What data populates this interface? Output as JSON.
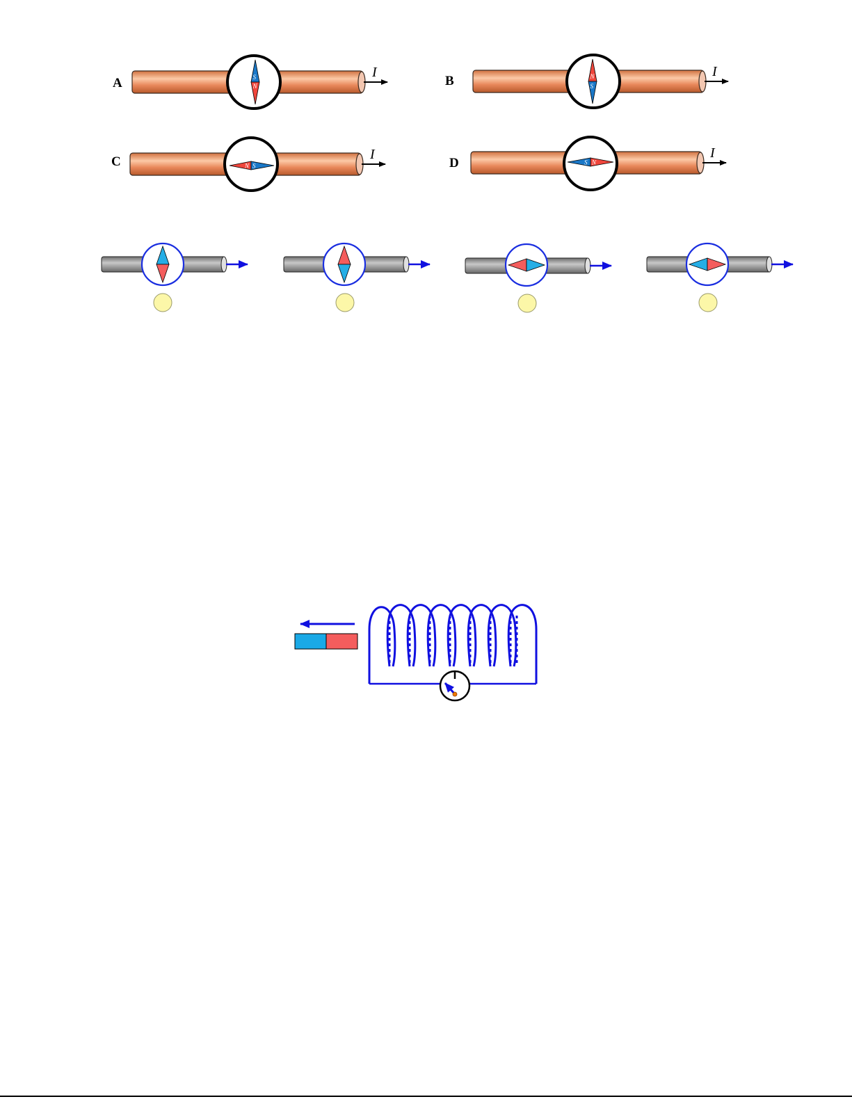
{
  "row1": [
    {
      "label": "A",
      "current": "I",
      "needle": "vertical",
      "top_pole": "S",
      "bottom_pole": "N"
    },
    {
      "label": "B",
      "current": "I",
      "needle": "vertical",
      "top_pole": "N",
      "bottom_pole": "S"
    }
  ],
  "row2": [
    {
      "label": "C",
      "current": "I",
      "needle": "horizontal",
      "left_pole": "N",
      "right_pole": "S"
    },
    {
      "label": "D",
      "current": "I",
      "needle": "horizontal",
      "left_pole": "S",
      "right_pole": "N"
    }
  ],
  "answer_options": [
    {
      "needle": "vertical",
      "top_color": "blue",
      "bottom_color": "red"
    },
    {
      "needle": "vertical",
      "top_color": "red",
      "bottom_color": "blue"
    },
    {
      "needle": "horizontal",
      "left_color": "red",
      "right_color": "blue"
    },
    {
      "needle": "horizontal",
      "left_color": "blue",
      "right_color": "red"
    }
  ],
  "colors": {
    "copper_wire": "#e8875a",
    "grey_wire": "#8a8a8a",
    "needle_red": "#f0463c",
    "needle_blue": "#1a78c8",
    "option_red": "#f45d5d",
    "option_blue": "#25aee6",
    "coil_blue": "#1010e0",
    "bubble_yellow": "#fcf7a8",
    "meter_pointer_tip": "#f07a00"
  },
  "solenoid": {
    "magnet_left_color": "#1aa9e6",
    "magnet_right_color": "#f45d5d",
    "motion": "left",
    "turns": 8,
    "meter": "galvanometer"
  }
}
